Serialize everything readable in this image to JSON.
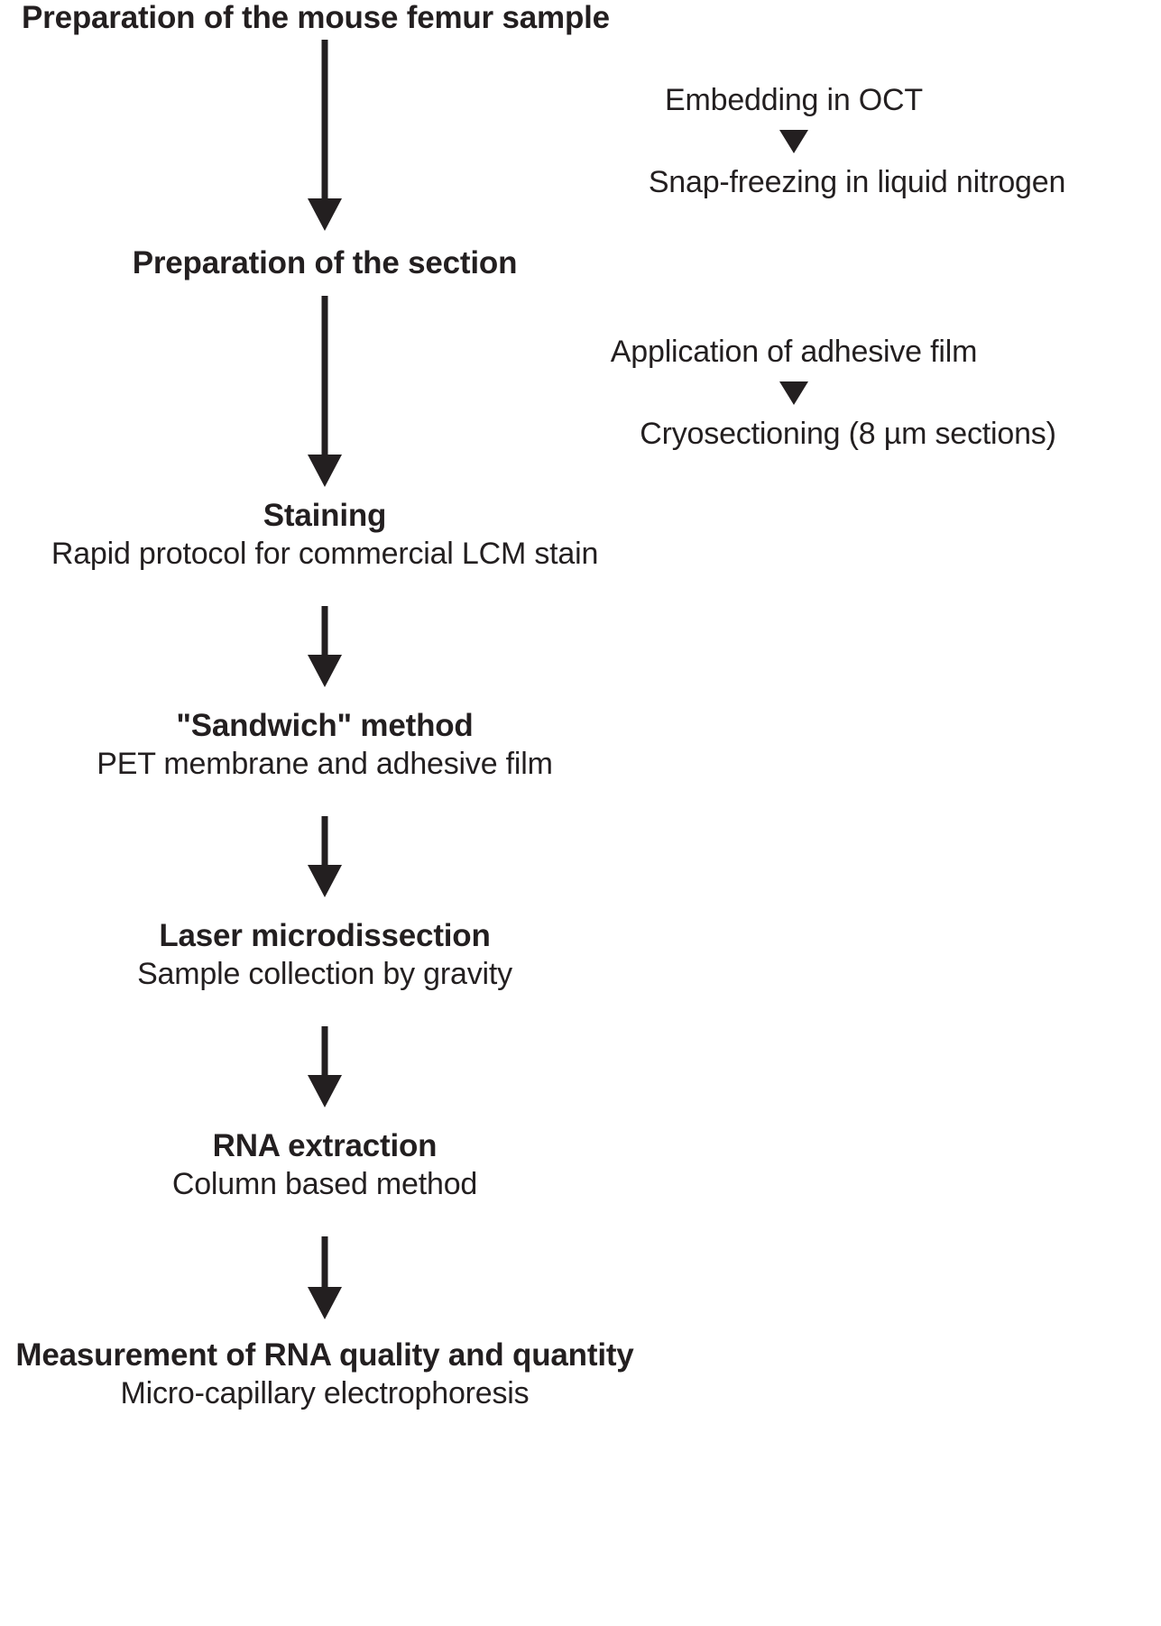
{
  "diagram": {
    "title": "Preparation of the mouse femur sample",
    "type": "flowchart",
    "orientation": "vertical",
    "color": "#231f20",
    "background": "#ffffff",
    "steps": [
      {
        "id": "step-1",
        "title": "Preparation of the mouse femur sample",
        "sub": ""
      },
      {
        "id": "step-2",
        "title": "Preparation of the section",
        "sub": ""
      },
      {
        "id": "step-3",
        "title": "Staining",
        "sub": "Rapid protocol for commercial LCM stain"
      },
      {
        "id": "step-4",
        "title": "\"Sandwich\" method",
        "sub": "PET membrane and adhesive film"
      },
      {
        "id": "step-5",
        "title": "Laser microdissection",
        "sub": "Sample collection by gravity"
      },
      {
        "id": "step-6",
        "title": "RNA extraction",
        "sub": "Column based method"
      },
      {
        "id": "step-7",
        "title": "Measurement of RNA quality and quantity",
        "sub": "Micro-capillary electrophoresis"
      }
    ],
    "annotations": [
      {
        "id": "annotation-group-1",
        "first": "Embedding in OCT",
        "second": "Snap-freezing in liquid nitrogen"
      },
      {
        "id": "annotation-group-2",
        "first": "Application of adhesive film",
        "second": "Cryosectioning (8 µm sections)"
      }
    ],
    "connectors": [
      {
        "id": "connector-1-2",
        "from": "step-1",
        "to": "step-2"
      },
      {
        "id": "connector-2-3",
        "from": "step-2",
        "to": "step-3"
      },
      {
        "id": "connector-3-4",
        "from": "step-3",
        "to": "step-4"
      },
      {
        "id": "connector-4-5",
        "from": "step-4",
        "to": "step-5"
      },
      {
        "id": "connector-5-6",
        "from": "step-5",
        "to": "step-6"
      },
      {
        "id": "connector-6-7",
        "from": "step-6",
        "to": "step-7"
      }
    ]
  }
}
